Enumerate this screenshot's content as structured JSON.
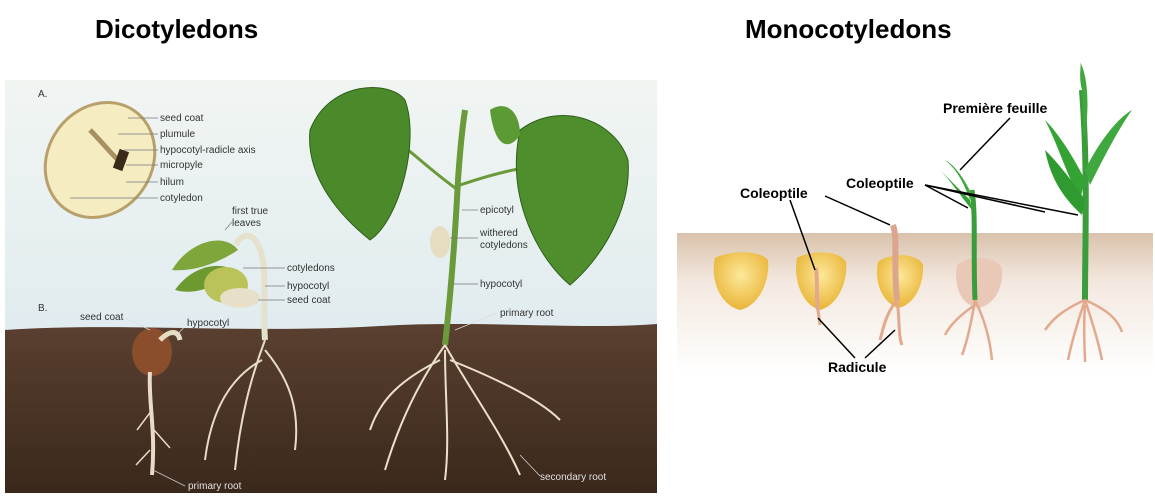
{
  "titles": {
    "dicot": "Dicotyledons",
    "monocot": "Monocotyledons"
  },
  "dicot": {
    "section_a": "A.",
    "section_b": "B.",
    "seed_labels": {
      "seed_coat": "seed coat",
      "plumule": "plumule",
      "axis": "hypocotyl-radicle axis",
      "micropyle": "micropyle",
      "hilum": "hilum",
      "cotyledon": "cotyledon"
    },
    "plant_labels": {
      "first_true_leaves_1": "first true",
      "first_true_leaves_2": "leaves",
      "cotyledons": "cotyledons",
      "hypocotyl": "hypocotyl",
      "seed_coat": "seed coat",
      "seed_coat_b": "seed coat",
      "hypocotyl_b": "hypocotyl",
      "primary_root": "primary root",
      "epicotyl": "epicotyl",
      "withered_1": "withered",
      "withered_2": "cotyledons",
      "hypocotyl_c": "hypocotyl",
      "primary_root_c": "primary root",
      "secondary_root": "secondary root"
    }
  },
  "monocot": {
    "labels": {
      "premiere_feuille": "Première feuille",
      "coleoptile_1": "Coleoptile",
      "coleoptile_2": "Coleoptile",
      "radicule": "Radicule"
    }
  },
  "colors": {
    "sky": "#dbe8ee",
    "soil": "#4a3426",
    "mono_soil": "#e8d9cc",
    "leaf": "#4e8a2c",
    "mono_leaf": "#3fa83f",
    "kernel": "#f2c75a",
    "root_pink": "#e9b7a1"
  }
}
